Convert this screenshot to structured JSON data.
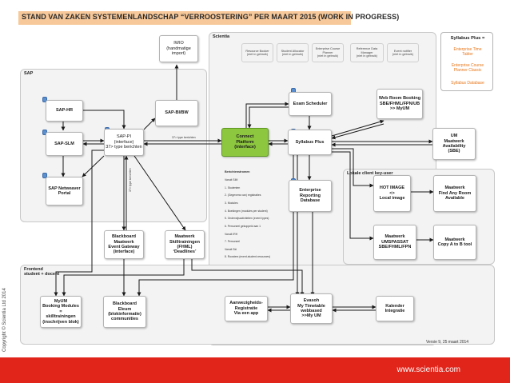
{
  "title": "STAND VAN ZAKEN SYSTEMENLANDSCHAP “VERROOSTERING” PER MAART 2015 (WORK IN PROGRESS)",
  "footer": {
    "url": "www.scientia.com",
    "copyright": "Copyright © Scientia Ltd 2014",
    "version": "Versie 9, 25 maart 2014"
  },
  "regions": {
    "scientia": "Scientia",
    "sap": "SAP",
    "lokale": "Lokale client key-user",
    "frontend": "Frontend\nstudent + docent"
  },
  "legend": {
    "title": "Syllabus Plus =",
    "items": [
      "Enterprise Time\nTabler",
      "Enterprise Course\nPlanner Classic",
      "Syllabus Database"
    ]
  },
  "nodes": {
    "iwio": "IWIO\n(handmatige\nimport)",
    "resource_booker": "Resource Booker\n(niet in gebruik)",
    "student_allocator": "Student Allocator\n(niet in gebruik)",
    "enterprise_course_planner": "Enterprise Course\nPlanner\n(niet in gebruik)",
    "reference_data_manager": "Reference Data\nManager\n(niet in gebruik)",
    "event_notifier": "Event notifier\n(niet in gebruik)",
    "sap_hr": "SAP-HR",
    "sap_bi": "SAP-BI/BW",
    "sap_slm": "SAP-SLM",
    "sap_pi": "SAP-PI\n(interface)\n37> type berichten",
    "sap_netweaver": "SAP Netweaver\nPortal",
    "exam_scheduler": "Exam Scheduler",
    "web_room_booking": "Web Room Booking\nSBE/FHML/FPN/UB\n>> MyUM",
    "connect_platform": "Connect\nPlatform\n(interface)",
    "syllabus_plus": "Syllabus Plus",
    "um_maatwerk": "UM\nMaatwerk\nAvailability\n(SBE)",
    "enterprise_reporting": "Enterprise\nReporting\nDatabase",
    "hot_image": "HOT IMAGE\n<>\nLocal image",
    "find_any_room": "Maatwerk\nFind Any Room\nAvailable",
    "umspassat": "Maatwerk\nUMSPASSAT\nSBE/FHML/FPN",
    "copy_a_to_b": "Maatwerk\nCopy A to B tool",
    "blackboard_gateway": "Blackboard\nMaatwerk\nEvent Gateway\n(interface)",
    "skilltrainingen": "Maatwerk\nSkilltrainingen\n(FHML)\n‘Deadlines’",
    "myum_booking": "MyUM\nBooking Modules =\nskilltrainingen\n(inschrijven blok)",
    "blackboard_eleum": "Blackboard\nEleum\n(blokinformatie)\ncommunities",
    "aanwezigheids": "Aanwezigheids-\nRegistratie\nVia een app",
    "evasoh": "Evasoh\nMy Timetable\nwebbased\n>>My UM",
    "kalender": "Kalender\nIntegratie"
  },
  "edge_labels": {
    "sap_to_connect": "37> type berichten",
    "pi_vertical": "37> type berichten"
  },
  "berichten": {
    "title": "Berichtenstromen",
    "lines": [
      "Vanuit SIM",
      "1. Studenten",
      "2. (Gegevens van) registraties",
      "3. Modules",
      "4. Boekingen (modules per student)",
      "5. Onderwijsactiviteiten (event types)",
      "6. Personeel gekoppeld aan 1",
      "Vanuit IRH",
      "7. Personeel",
      "Vanuit Ski",
      "8. Roosters (event-student-resources)"
    ]
  },
  "colors": {
    "accent_red": "#e1251b",
    "title_orange": "#f6c89a",
    "connect_green": "#8dc63f",
    "legend_orange": "#e8761a"
  }
}
